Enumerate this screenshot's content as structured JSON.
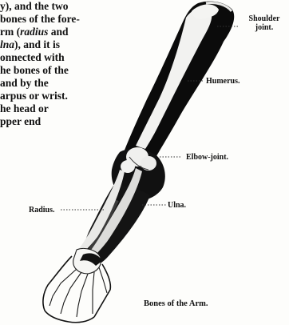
{
  "text_lines": [
    [
      "y), and the two"
    ],
    [
      "bones of the fore-"
    ],
    [
      "rm (",
      "radius",
      " and"
    ],
    [
      "lna",
      "), and it is"
    ],
    [
      "onnected   with"
    ],
    [
      "he bones of the"
    ],
    [
      "and   by   the"
    ],
    [
      "arpus or wrist."
    ],
    [
      "he head or"
    ],
    [
      "pper end"
    ]
  ],
  "labels": {
    "shoulder_joint": "Shoulder joint.",
    "humerus": "Humerus.",
    "elbow_joint": "Elbow-joint.",
    "ulna": "Ulna.",
    "radius": "Radius."
  },
  "caption": "Bones of the Arm."
}
